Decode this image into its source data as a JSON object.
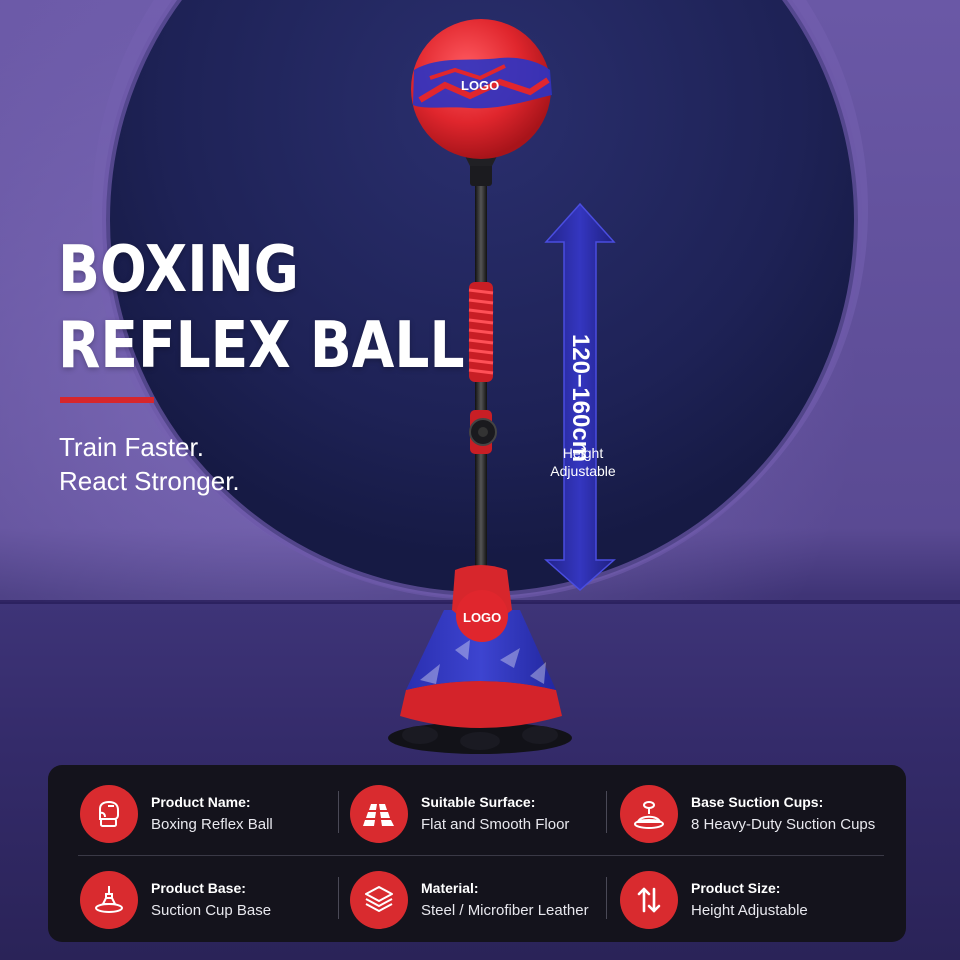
{
  "title_lines": [
    "BOXING",
    "REFLEX BALL"
  ],
  "tagline_lines": [
    "Train Faster.",
    "React Stronger."
  ],
  "height": {
    "range": "120–160cm",
    "label_lines": [
      "Height",
      "Adjustable"
    ]
  },
  "logos": {
    "ball": "LOGO",
    "base": "LOGO"
  },
  "colors": {
    "accent_red": "#d92b2f",
    "arrow_blue": "#2d2fa8",
    "panel_bg": "#14131c"
  },
  "features": [
    {
      "icon": "boxing-glove-icon",
      "label": "Product Name:",
      "value": "Boxing Reflex Ball"
    },
    {
      "icon": "floor-tiles-icon",
      "label": "Suitable Surface:",
      "value": "Flat and Smooth Floor"
    },
    {
      "icon": "suction-cup-icon",
      "label": "Base Suction Cups:",
      "value": "8 Heavy-Duty Suction Cups"
    },
    {
      "icon": "suction-base-icon",
      "label": "Product Base:",
      "value": "Suction Cup Base"
    },
    {
      "icon": "layers-icon",
      "label": "Material:",
      "value": "Steel / Microfiber Leather"
    },
    {
      "icon": "up-down-arrows-icon",
      "label": "Product Size:",
      "value": "Height Adjustable"
    }
  ]
}
